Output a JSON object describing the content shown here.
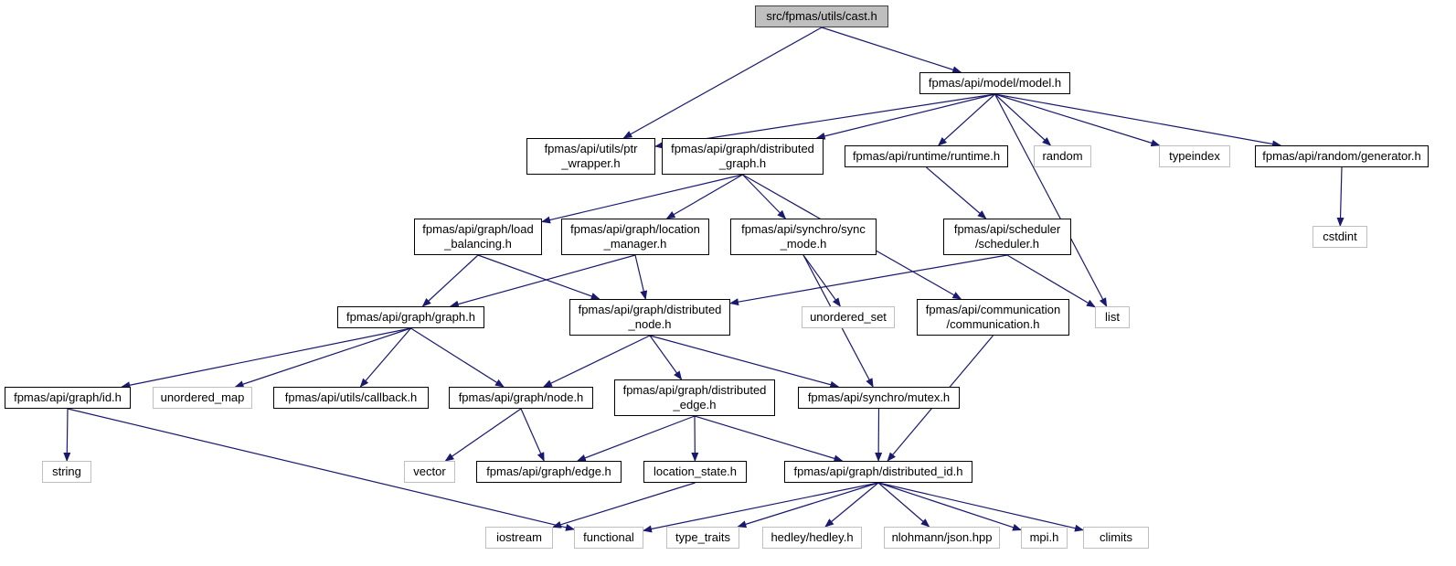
{
  "diagram": {
    "colors": {
      "edge": "#191970",
      "root_fill": "#bfbfbf",
      "solid_border": "#000000",
      "external_border": "#bfbfbf"
    },
    "nodes": [
      {
        "id": "cast",
        "label": "src/fpmas/utils/cast.h",
        "kind": "root"
      },
      {
        "id": "model",
        "label": "fpmas/api/model/model.h",
        "kind": "solid"
      },
      {
        "id": "ptr",
        "label": "fpmas/api/utils/ptr\n_wrapper.h",
        "kind": "solid"
      },
      {
        "id": "dgraph",
        "label": "fpmas/api/graph/distributed\n_graph.h",
        "kind": "solid"
      },
      {
        "id": "runtime",
        "label": "fpmas/api/runtime/runtime.h",
        "kind": "solid"
      },
      {
        "id": "random",
        "label": "random",
        "kind": "external"
      },
      {
        "id": "typeindex",
        "label": "typeindex",
        "kind": "external"
      },
      {
        "id": "generator",
        "label": "fpmas/api/random/generator.h",
        "kind": "solid"
      },
      {
        "id": "cstdint",
        "label": "cstdint",
        "kind": "external"
      },
      {
        "id": "loadbal",
        "label": "fpmas/api/graph/load\n_balancing.h",
        "kind": "solid"
      },
      {
        "id": "locmgr",
        "label": "fpmas/api/graph/location\n_manager.h",
        "kind": "solid"
      },
      {
        "id": "syncmode",
        "label": "fpmas/api/synchro/sync\n_mode.h",
        "kind": "solid"
      },
      {
        "id": "scheduler",
        "label": "fpmas/api/scheduler\n/scheduler.h",
        "kind": "solid"
      },
      {
        "id": "list",
        "label": "list",
        "kind": "external"
      },
      {
        "id": "graph",
        "label": "fpmas/api/graph/graph.h",
        "kind": "solid"
      },
      {
        "id": "dnode",
        "label": "fpmas/api/graph/distributed\n_node.h",
        "kind": "solid"
      },
      {
        "id": "unordset",
        "label": "unordered_set",
        "kind": "external"
      },
      {
        "id": "comm",
        "label": "fpmas/api/communication\n/communication.h",
        "kind": "solid"
      },
      {
        "id": "gid",
        "label": "fpmas/api/graph/id.h",
        "kind": "solid"
      },
      {
        "id": "unordmap",
        "label": "unordered_map",
        "kind": "external"
      },
      {
        "id": "callback",
        "label": "fpmas/api/utils/callback.h",
        "kind": "solid"
      },
      {
        "id": "node",
        "label": "fpmas/api/graph/node.h",
        "kind": "solid"
      },
      {
        "id": "dedge",
        "label": "fpmas/api/graph/distributed\n_edge.h",
        "kind": "solid"
      },
      {
        "id": "mutex",
        "label": "fpmas/api/synchro/mutex.h",
        "kind": "solid"
      },
      {
        "id": "string",
        "label": "string",
        "kind": "external"
      },
      {
        "id": "vector",
        "label": "vector",
        "kind": "external"
      },
      {
        "id": "edge",
        "label": "fpmas/api/graph/edge.h",
        "kind": "solid"
      },
      {
        "id": "locstate",
        "label": "location_state.h",
        "kind": "solid"
      },
      {
        "id": "did",
        "label": "fpmas/api/graph/distributed_id.h",
        "kind": "solid"
      },
      {
        "id": "iostream",
        "label": "iostream",
        "kind": "external"
      },
      {
        "id": "functional",
        "label": "functional",
        "kind": "external"
      },
      {
        "id": "typetraits",
        "label": "type_traits",
        "kind": "external"
      },
      {
        "id": "hedley",
        "label": "hedley/hedley.h",
        "kind": "external"
      },
      {
        "id": "json",
        "label": "nlohmann/json.hpp",
        "kind": "external"
      },
      {
        "id": "mpi",
        "label": "mpi.h",
        "kind": "external"
      },
      {
        "id": "climits",
        "label": "climits",
        "kind": "external"
      }
    ],
    "edges": [
      [
        "cast",
        "ptr"
      ],
      [
        "cast",
        "model"
      ],
      [
        "model",
        "ptr"
      ],
      [
        "model",
        "dgraph"
      ],
      [
        "model",
        "runtime"
      ],
      [
        "model",
        "random"
      ],
      [
        "model",
        "typeindex"
      ],
      [
        "model",
        "generator"
      ],
      [
        "model",
        "list"
      ],
      [
        "generator",
        "cstdint"
      ],
      [
        "dgraph",
        "loadbal"
      ],
      [
        "dgraph",
        "locmgr"
      ],
      [
        "dgraph",
        "syncmode"
      ],
      [
        "dgraph",
        "comm"
      ],
      [
        "runtime",
        "scheduler"
      ],
      [
        "loadbal",
        "graph"
      ],
      [
        "loadbal",
        "dnode"
      ],
      [
        "locmgr",
        "graph"
      ],
      [
        "locmgr",
        "dnode"
      ],
      [
        "syncmode",
        "unordset"
      ],
      [
        "syncmode",
        "mutex"
      ],
      [
        "scheduler",
        "dnode"
      ],
      [
        "scheduler",
        "list"
      ],
      [
        "graph",
        "gid"
      ],
      [
        "graph",
        "unordmap"
      ],
      [
        "graph",
        "callback"
      ],
      [
        "graph",
        "node"
      ],
      [
        "dnode",
        "node"
      ],
      [
        "dnode",
        "dedge"
      ],
      [
        "dnode",
        "mutex"
      ],
      [
        "comm",
        "did"
      ],
      [
        "gid",
        "string"
      ],
      [
        "gid",
        "functional"
      ],
      [
        "node",
        "vector"
      ],
      [
        "node",
        "edge"
      ],
      [
        "dedge",
        "edge"
      ],
      [
        "dedge",
        "locstate"
      ],
      [
        "dedge",
        "did"
      ],
      [
        "mutex",
        "did"
      ],
      [
        "locstate",
        "iostream"
      ],
      [
        "did",
        "functional"
      ],
      [
        "did",
        "typetraits"
      ],
      [
        "did",
        "hedley"
      ],
      [
        "did",
        "json"
      ],
      [
        "did",
        "mpi"
      ],
      [
        "did",
        "climits"
      ]
    ]
  }
}
